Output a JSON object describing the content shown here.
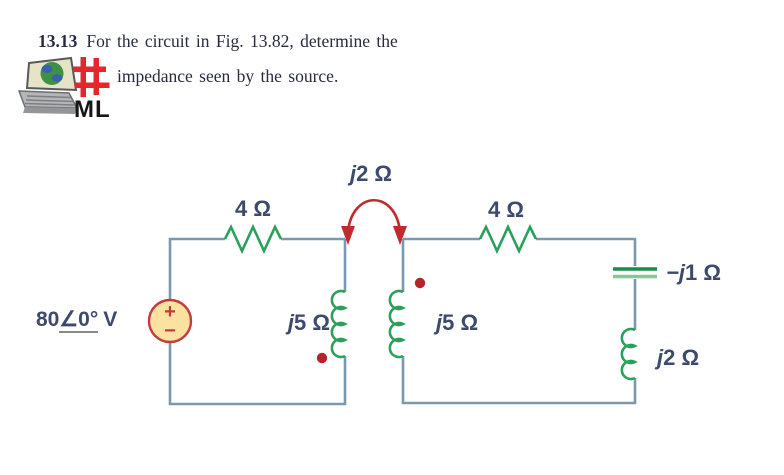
{
  "colors": {
    "wire": "#7a98b0",
    "component_green": "#2aa15b",
    "accent_red": "#c02b30",
    "dot_red": "#b5242b",
    "label_navy": "#3d4a6e",
    "source_fill": "#fbe2a0",
    "source_stroke": "#c33b40",
    "body_text": "#262b40"
  },
  "header": {
    "problem_number": "13.13",
    "statement_line1": "For the circuit in Fig. 13.82, determine the",
    "statement_line2": "impedance seen by the source.",
    "matlab_badge": "ML"
  },
  "circuit": {
    "source": {
      "magnitude": "80",
      "angle": "∠0°",
      "unit": "V",
      "plus": "+",
      "minus": "−"
    },
    "labels": {
      "r_left": {
        "j": "",
        "val": "4 Ω"
      },
      "r_right": {
        "j": "",
        "val": "4 Ω"
      },
      "mutual": {
        "j": "j",
        "val": "2 Ω"
      },
      "l_left": {
        "j": "j",
        "val": "5 Ω"
      },
      "l_right": {
        "j": "j",
        "val": "5 Ω"
      },
      "cap": {
        "j": "−j",
        "val": "1 Ω"
      },
      "l_out": {
        "j": "j",
        "val": "2 Ω"
      }
    }
  }
}
